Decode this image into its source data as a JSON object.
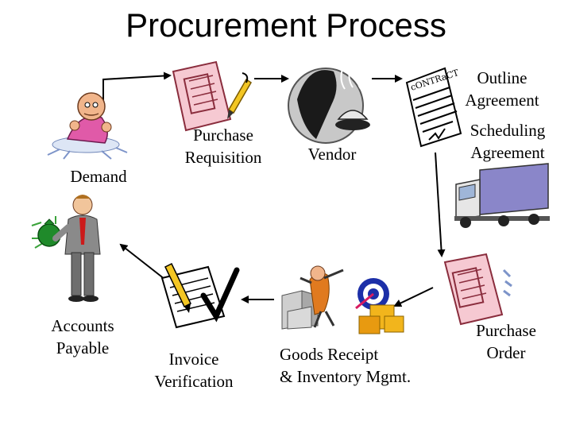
{
  "title": "Procurement Process",
  "nodes": {
    "demand": "Demand",
    "purchase_requisition": "Purchase\nRequisition",
    "vendor": "Vendor",
    "outline_agreement": "Outline\nAgreement",
    "scheduling_agreement": "Scheduling\nAgreement",
    "purchase_order": "Purchase\nOrder",
    "goods_receipt": "Goods Receipt\n& Inventory Mgmt.",
    "invoice_verification": "Invoice\nVerification",
    "accounts_payable": "Accounts\nPayable"
  }
}
